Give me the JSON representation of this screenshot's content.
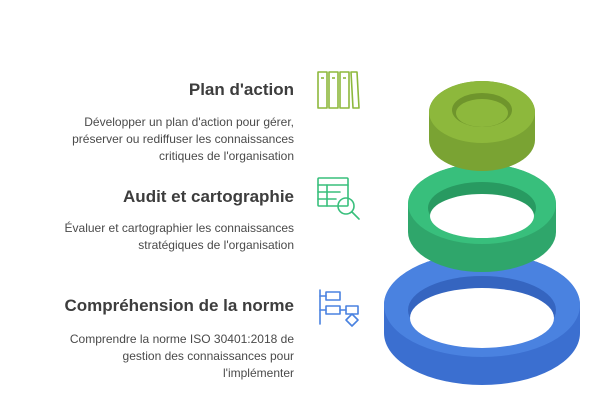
{
  "steps": [
    {
      "title": "Plan d'action",
      "desc_lines": [
        "Développer un plan d'action pour gérer,",
        "préserver ou rediffuser les connaissances",
        "critiques de l'organisation"
      ],
      "icon": "columns-plan-icon",
      "color": "#8DB83C"
    },
    {
      "title": "Audit et cartographie",
      "desc_lines": [
        "Évaluer et cartographier les connaissances",
        "stratégiques de l'organisation"
      ],
      "icon": "table-magnifier-icon",
      "color": "#38BF7C"
    },
    {
      "title": "Compréhension de la norme",
      "desc_lines": [
        "Comprendre la norme ISO 30401:2018 de",
        "gestion des connaissances pour",
        "l'implémenter"
      ],
      "icon": "flowchart-icon",
      "color": "#4A82E0"
    }
  ]
}
